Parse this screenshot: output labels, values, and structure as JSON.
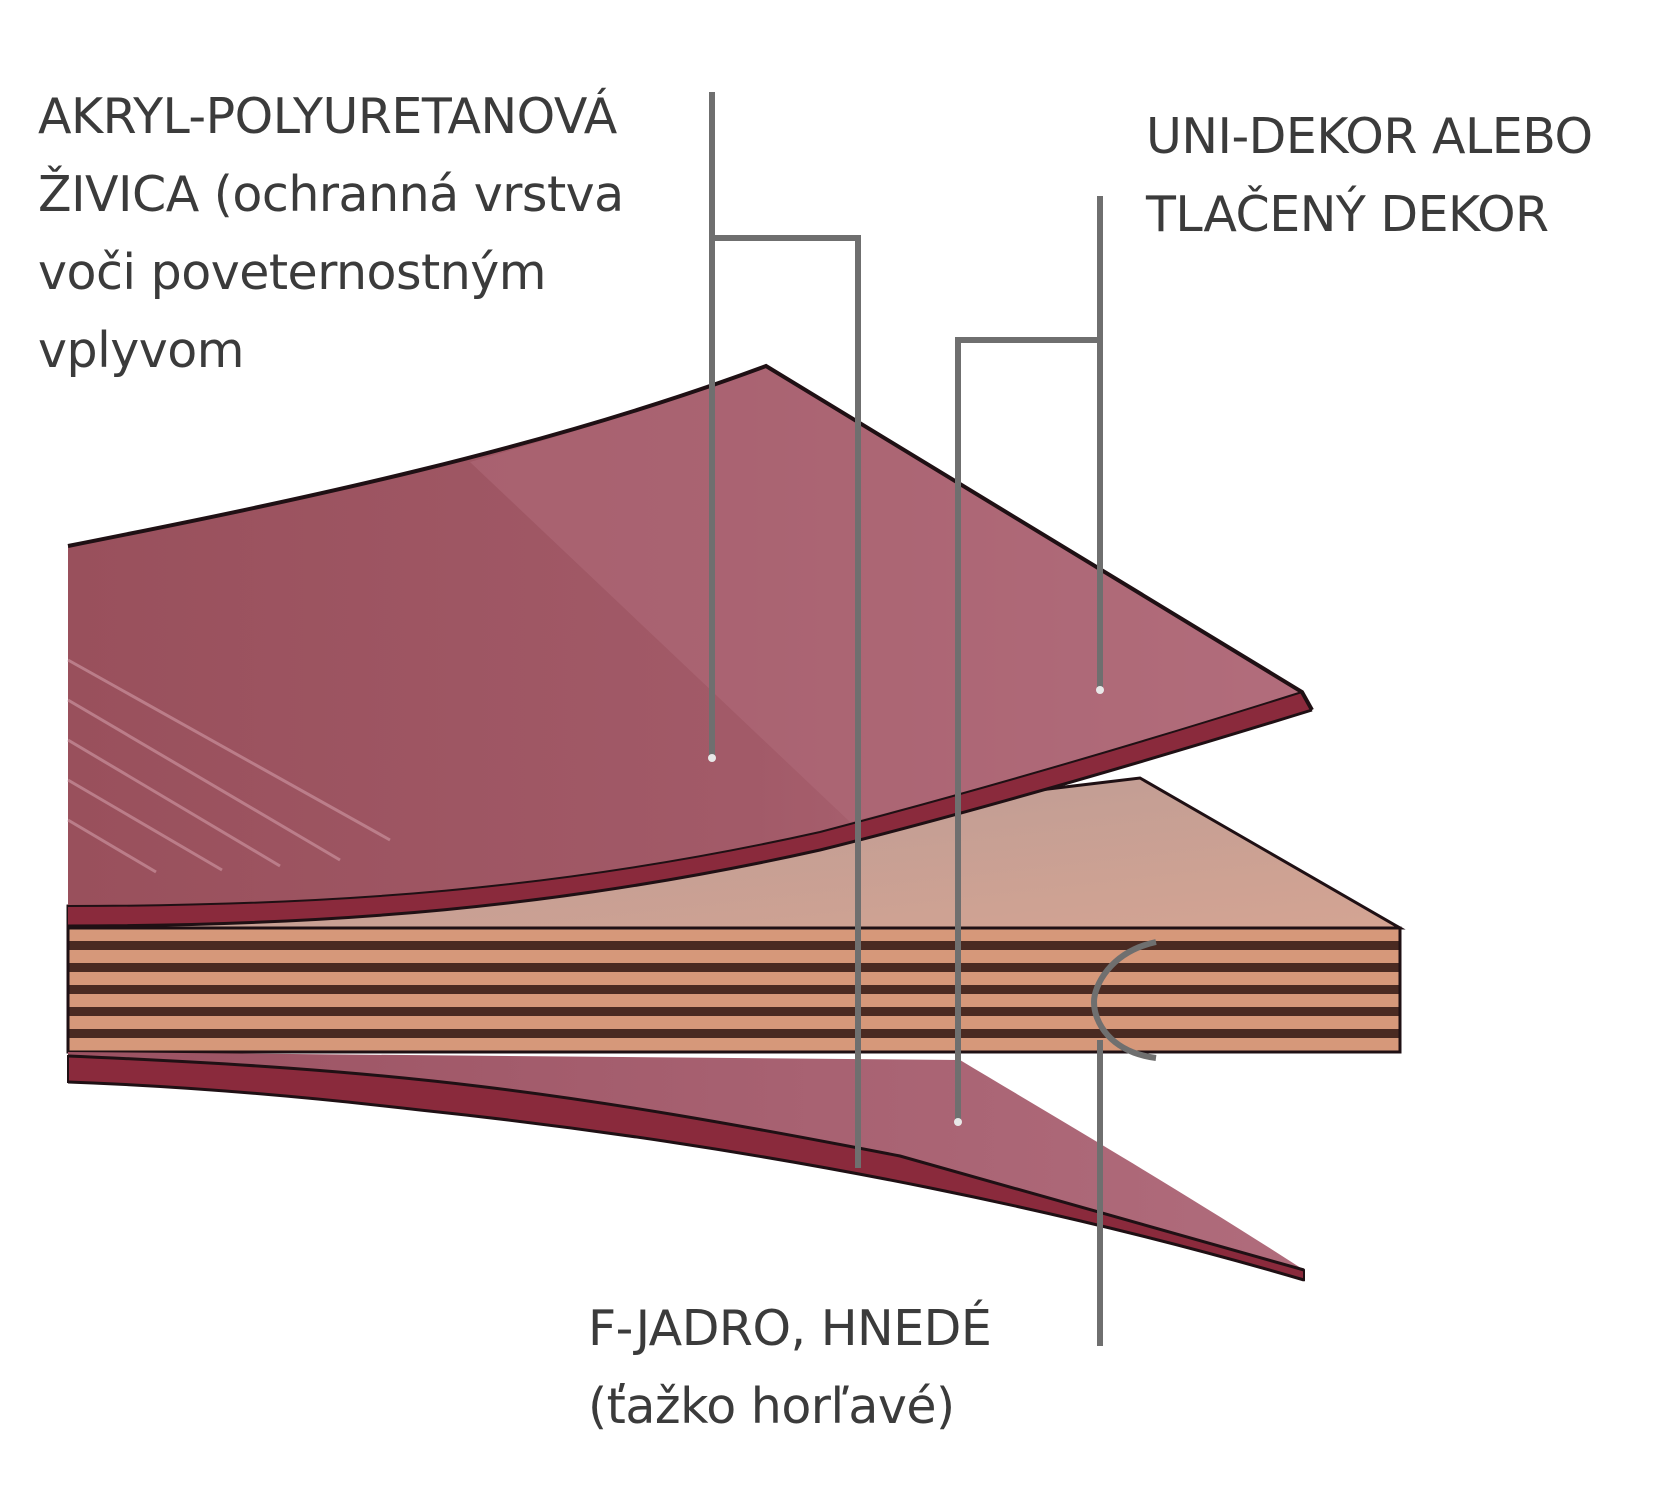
{
  "labels": {
    "resin": {
      "lines": [
        "AKRYL-POLYURETANOVÁ",
        "ŽIVICA (ochranná vrstva",
        "voči poveternostným",
        "vplyvom"
      ]
    },
    "decor": {
      "lines": [
        "UNI-DEKOR ALEBO",
        "TLAČENÝ DEKOR"
      ]
    },
    "core": {
      "lines": [
        "F-JADRO, HNEDÉ",
        "(ťažko horľavé)"
      ]
    }
  },
  "colors": {
    "top_sheet": "#9b4f5c",
    "top_sheet_light": "#b06b7a",
    "sheet_edge": "#8a2a3c",
    "core_light": "#d6987a",
    "core_dark": "#4a2a22",
    "core_top_face": "#c9a196",
    "leader_line": "#6f6f6f",
    "outline": "#1f1014"
  }
}
